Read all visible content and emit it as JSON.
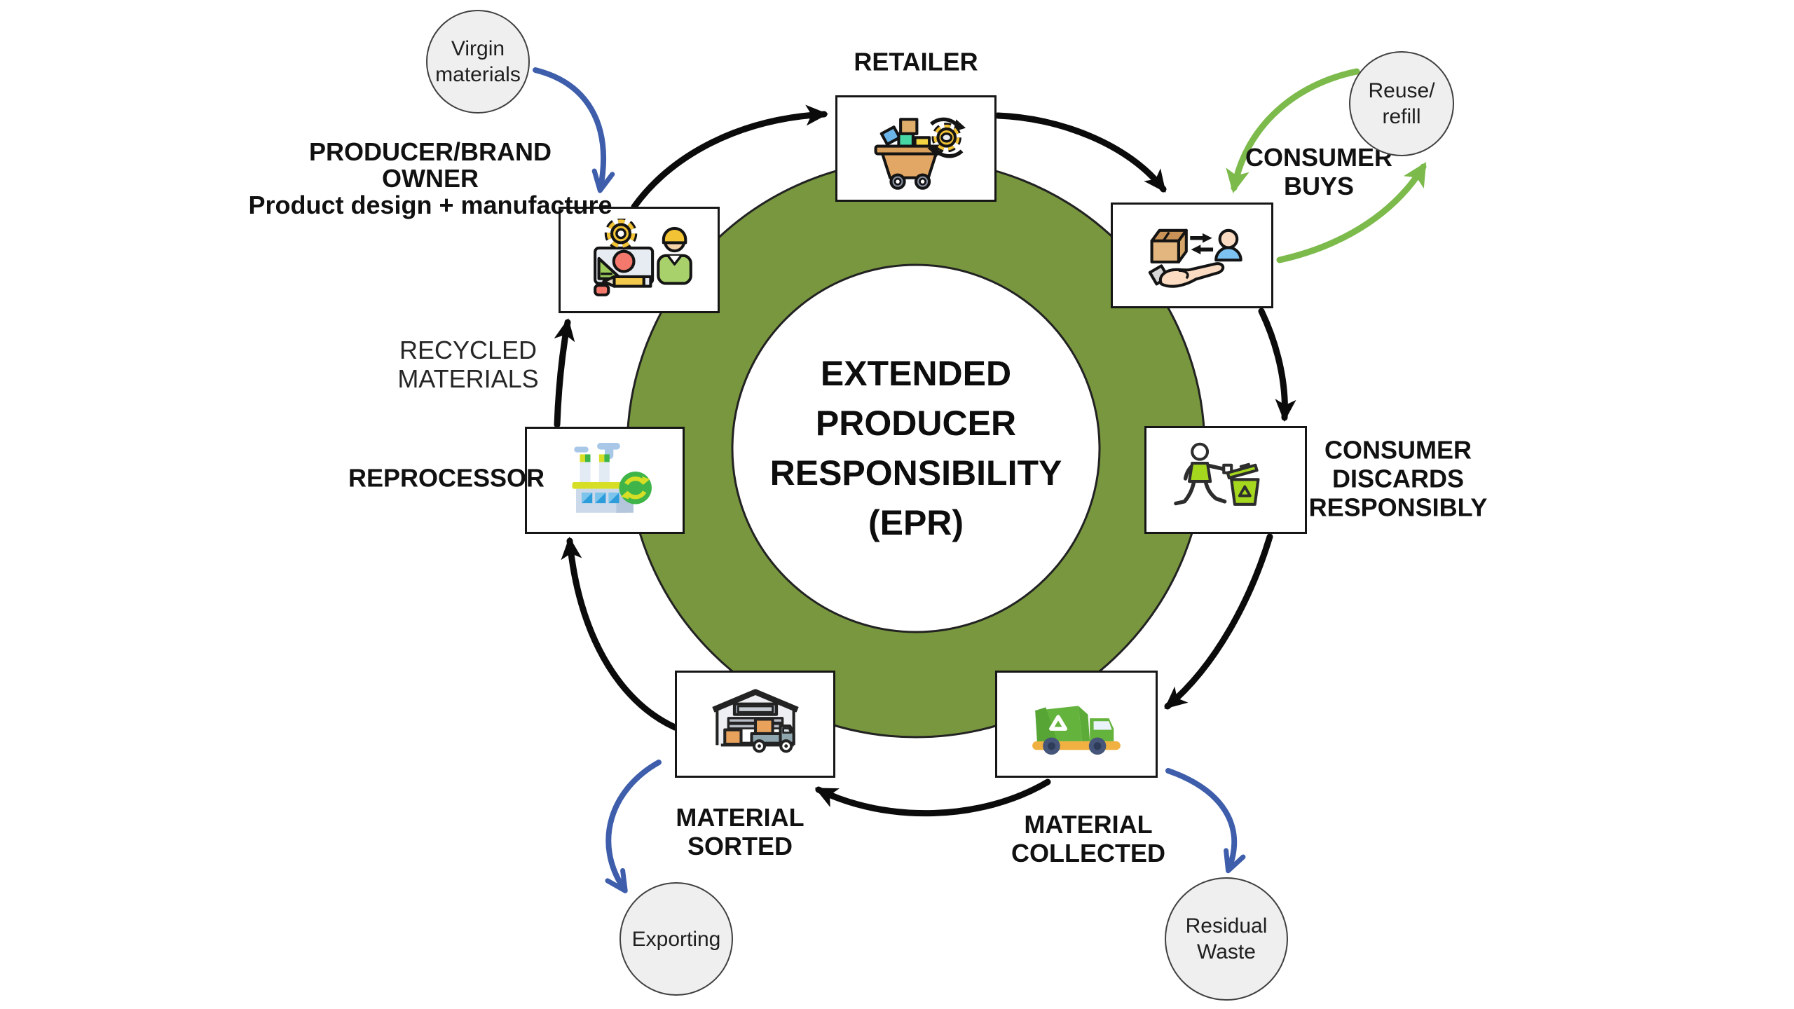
{
  "center": {
    "lines": [
      "EXTENDED",
      "PRODUCER",
      "RESPONSIBILITY",
      "(EPR)"
    ]
  },
  "stages": {
    "producer": {
      "title_lines": [
        "PRODUCER/BRAND",
        "OWNER"
      ],
      "subtitle": "Product design + manufacture",
      "icon": "product-design-manufacture-icon"
    },
    "retailer": {
      "label": "RETAILER",
      "icon": "retail-cart-icon"
    },
    "consumer_buys": {
      "label": "CONSUMER BUYS",
      "icon": "purchase-handover-icon"
    },
    "consumer_discards": {
      "label": "CONSUMER DISCARDS RESPONSIBLY",
      "icon": "person-recycling-bin-icon"
    },
    "material_collected": {
      "label": "MATERIAL COLLECTED",
      "icon": "recycling-truck-icon"
    },
    "material_sorted": {
      "label": "MATERIAL SORTED",
      "icon": "warehouse-sorting-icon"
    },
    "reprocessor": {
      "label": "REPROCESSOR",
      "icon": "recycling-factory-icon"
    }
  },
  "flows": {
    "recycled_materials": "RECYCLED MATERIALS"
  },
  "bubbles": {
    "virgin_materials": {
      "lines": [
        "Virgin",
        "materials"
      ]
    },
    "reuse_refill": {
      "lines": [
        "Reuse/",
        "refill"
      ]
    },
    "exporting": {
      "lines": [
        "Exporting"
      ]
    },
    "residual_waste": {
      "lines": [
        "Residual",
        "Waste"
      ]
    }
  },
  "colors": {
    "ring_green": "#78973F",
    "arrow_green": "#7CBA4B",
    "arrow_blue": "#3E5EAC",
    "arrow_black": "#0b0b0b",
    "bubble_fill": "#EFEFEF",
    "bubble_stroke": "#404040"
  }
}
